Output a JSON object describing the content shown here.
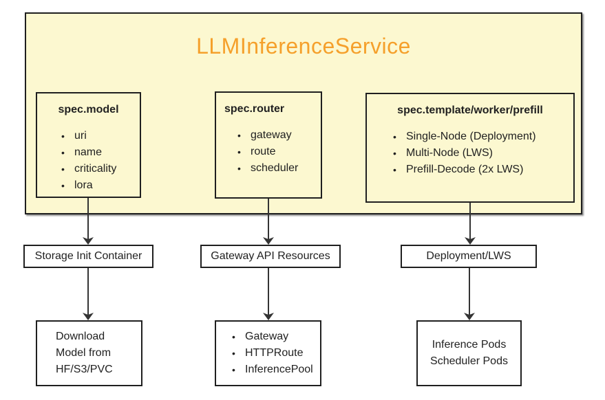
{
  "container": {
    "title": "LLMInferenceService",
    "title_color": "#F5A02B",
    "bg_color": "#FCF8D0",
    "border_color": "#1F1F1F",
    "arrow_color": "#333333"
  },
  "spec_boxes": [
    {
      "header": "spec.model",
      "items": [
        "uri",
        "name",
        "criticality",
        "lora"
      ]
    },
    {
      "header": "spec.router",
      "items": [
        "gateway",
        "route",
        "scheduler"
      ]
    },
    {
      "header": "spec.template/worker/prefill",
      "items": [
        "Single-Node (Deployment)",
        "Multi-Node (LWS)",
        "Prefill-Decode (2x LWS)"
      ]
    }
  ],
  "mid_row": [
    {
      "label": "Storage Init Container"
    },
    {
      "label": "Gateway API Resources"
    },
    {
      "label": "Deployment/LWS"
    }
  ],
  "bottom_row": {
    "download": {
      "lines": [
        "Download",
        "Model from",
        "HF/S3/PVC"
      ]
    },
    "gateway_resources": {
      "items": [
        "Gateway",
        "HTTPRoute",
        "InferencePool"
      ]
    },
    "pods": {
      "lines": [
        "Inference Pods",
        "Scheduler Pods"
      ]
    }
  }
}
